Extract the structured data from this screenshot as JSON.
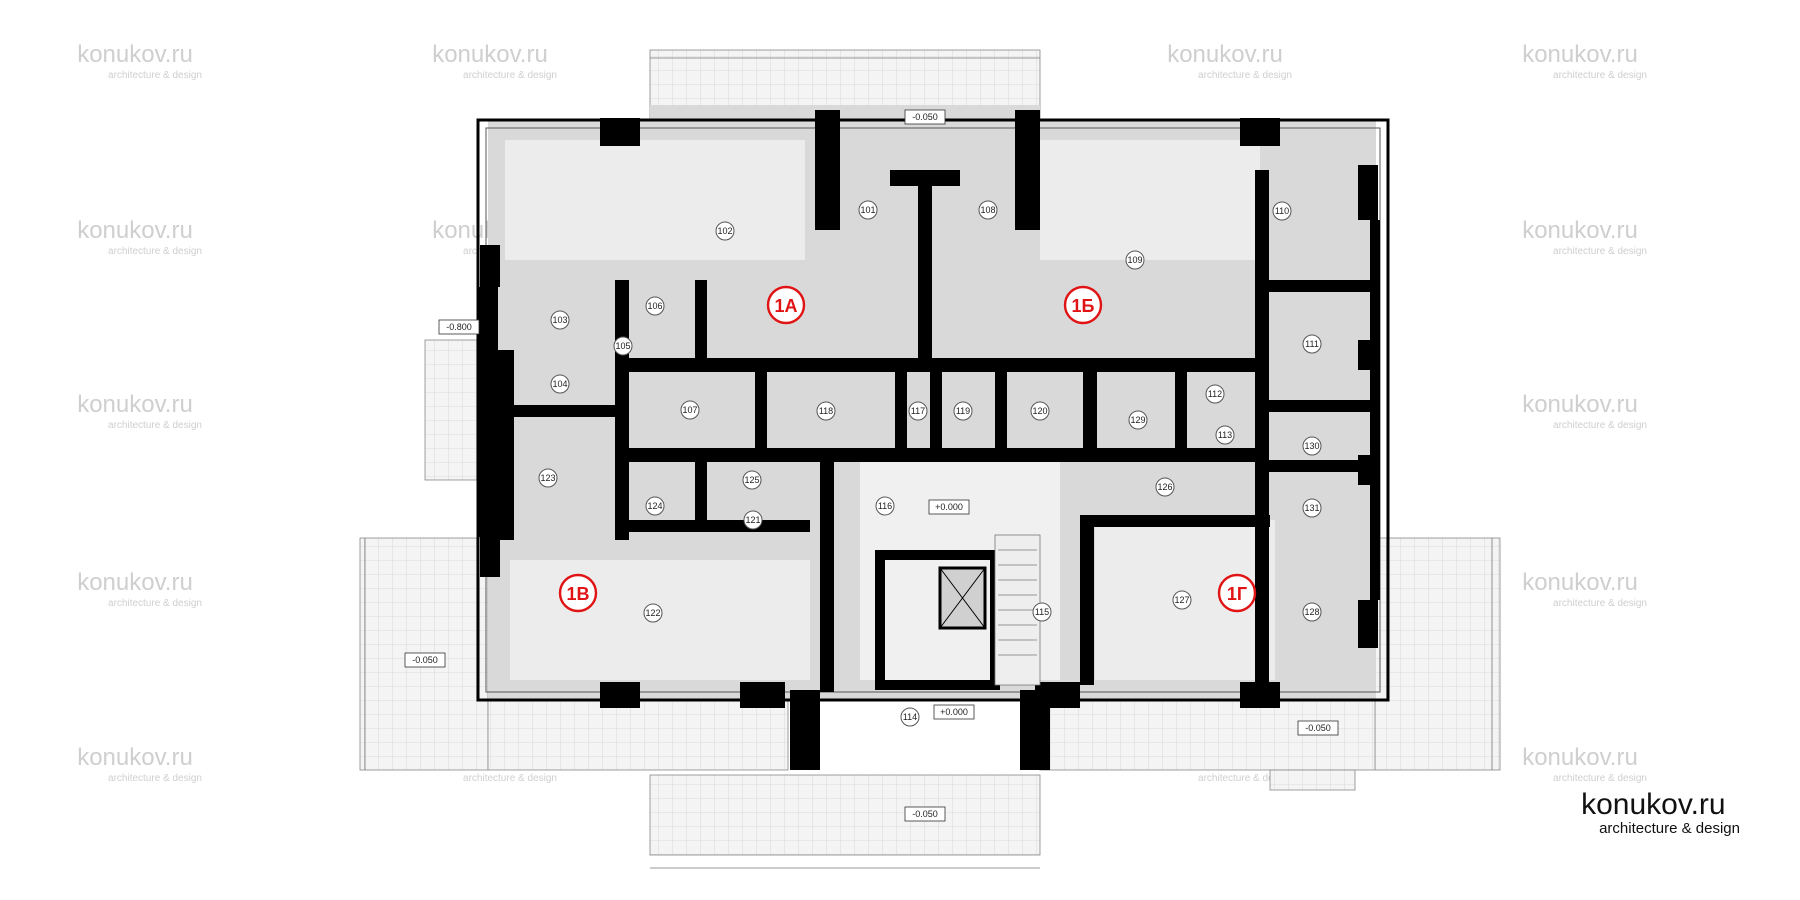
{
  "brand": {
    "name": "konukov.ru",
    "subtitle": "architecture & design"
  },
  "watermark": {
    "name": "konukov.ru",
    "subtitle": "architecture & design"
  },
  "apartments": [
    "1А",
    "1Б",
    "1В",
    "1Г"
  ],
  "rooms": [
    "101",
    "102",
    "103",
    "104",
    "105",
    "106",
    "107",
    "108",
    "109",
    "110",
    "111",
    "112",
    "113",
    "114",
    "115",
    "116",
    "117",
    "118",
    "119",
    "120",
    "121",
    "122",
    "123",
    "124",
    "125",
    "126",
    "127",
    "128",
    "129",
    "130",
    "131"
  ],
  "levels": [
    "-0.050",
    "-0.800",
    "+0.000",
    "+0.000",
    "-0.050",
    "-0.050",
    "-0.050"
  ],
  "colors": {
    "wall": "#000000",
    "floor": "#d6d6d6",
    "grid": "#bdbdbd",
    "accent": "#e01414"
  }
}
